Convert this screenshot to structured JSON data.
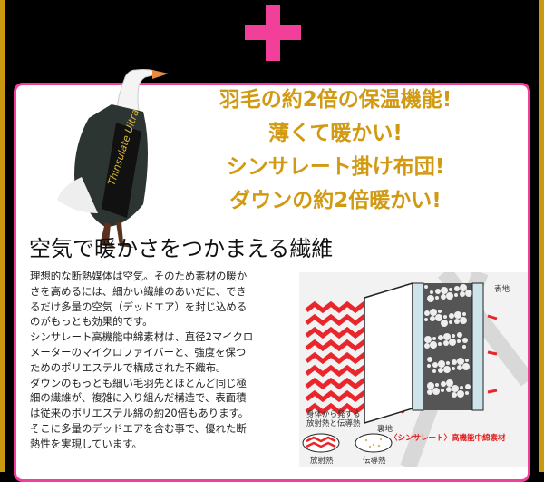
{
  "icons": {
    "plus": "plus-icon"
  },
  "colors": {
    "accent_pink": "#f2409a",
    "gold": "#d19a12",
    "border_gold": "#c9980f"
  },
  "goose": {
    "logo_text": "Thinsulate Ultra"
  },
  "headline": [
    "羽毛の約2倍の保温機能!",
    "薄くて暖かい!",
    "シンサレート掛け布団!",
    "ダウンの約2倍暖かい!"
  ],
  "section_title": "空気で暖かさをつかまえる繊維",
  "body_lines": [
    "理想的な断熱媒体は空気。そのため素材の暖か",
    "さを高めるには、細かい繊維のあいだに、でき",
    "るだけ多量の空気（デッドエア）を封じ込める",
    "のがもっとも効果的です。",
    "シンサレート高機能中綿素材は、直径2マイクロ",
    "メーターのマイクロファイバーと、強度を保つ",
    "ためのポリエステルで構成された不織布。",
    "ダウンのもっとも細い毛羽先とほとんど同じ極",
    "細の繊維が、複雑に入り組んだ構造で、表面積",
    "は従来のポリエステル綿の約20倍もあります。",
    "そこに多量のデッドエアを含む事で、優れた断",
    "熱性を実現しています。"
  ],
  "diagram": {
    "outer_lining": "表地",
    "body_heat": [
      "身体から発する",
      "放射熱と伝導熱"
    ],
    "inner_lining": "裏地",
    "material": "〈シンサレート〉高機能中綿素材",
    "legend_radiant": "放射熱",
    "legend_conductive": "伝導熱"
  }
}
